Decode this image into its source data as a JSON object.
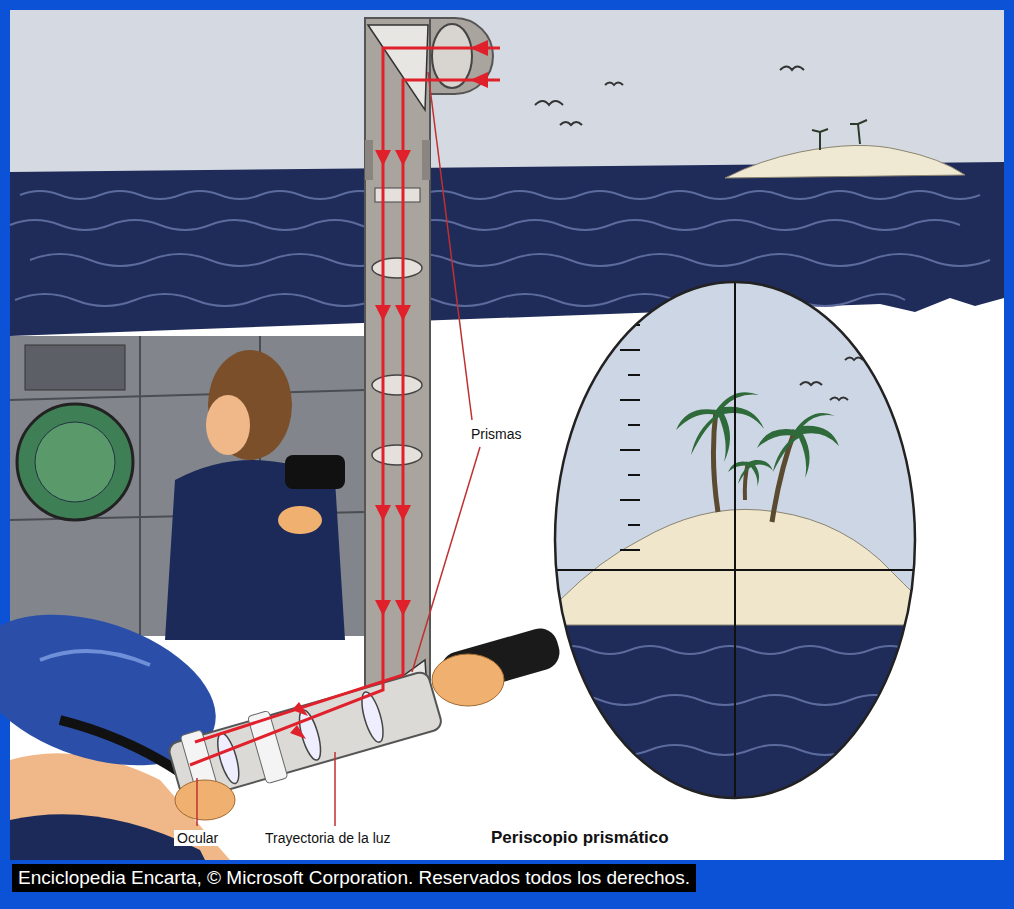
{
  "diagram": {
    "title": "Periscopio prismático",
    "caption": "Enciclopedia Encarta, © Microsoft Corporation. Reservados todos los derechos.",
    "labels": [
      "Prismas",
      "Ocular",
      "Trayectoria de la luz"
    ]
  }
}
